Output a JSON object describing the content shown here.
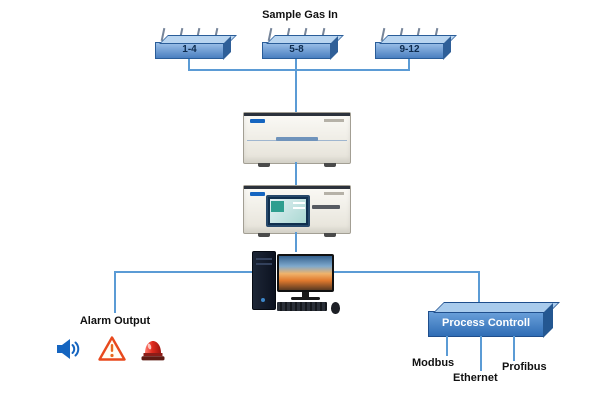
{
  "diagram": {
    "title": "Sample Gas In",
    "inlets": [
      {
        "label": "1-4"
      },
      {
        "label": "5-8"
      },
      {
        "label": "9-12"
      }
    ],
    "alarm": {
      "label": "Alarm Output",
      "icons": [
        "speaker-icon",
        "warning-triangle-icon",
        "alarm-beacon-icon"
      ]
    },
    "process": {
      "label": "Process Controll",
      "outputs": [
        {
          "label": "Modbus"
        },
        {
          "label": "Ethernet"
        },
        {
          "label": "Profibus"
        }
      ]
    },
    "colors": {
      "connector_line": "#5b9bd5",
      "inlet_box_front": "#4a7fc0",
      "inlet_box_top": "#b9d5f0",
      "process_box": "#2f6db5",
      "alarm_red": "#d32f2f",
      "warning_orange": "#e8491d",
      "speaker_blue": "#1565c0"
    }
  }
}
